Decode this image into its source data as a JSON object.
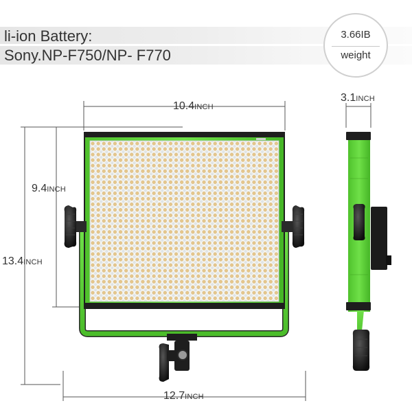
{
  "battery": {
    "line1": "li-ion Battery:",
    "line2": "Sony.NP-F750/NP- F770"
  },
  "weight": {
    "value": "3.66IB",
    "label": "weight"
  },
  "dimensions": {
    "panel_width": {
      "value": "10.4",
      "unit": "INCH"
    },
    "depth": {
      "value": "3.1",
      "unit": "INCH"
    },
    "panel_height": {
      "value": "9.4",
      "unit": "INCH"
    },
    "total_height": {
      "value": "13.4",
      "unit": "INCH"
    },
    "total_width": {
      "value": "12.7",
      "unit": "INCH"
    }
  },
  "colors": {
    "frame_green": "#5fd43a",
    "frame_dark": "#1e1e1e",
    "led_warm": "#e9c98f",
    "led_cool": "#dfe6ea",
    "led_panel": "#f4f4f1",
    "dimension_line": "#555555"
  },
  "icons": {
    "knob_left": "knob-icon",
    "knob_right": "knob-icon",
    "mount": "mount-icon",
    "battery_plate": "battery-plate-icon"
  }
}
